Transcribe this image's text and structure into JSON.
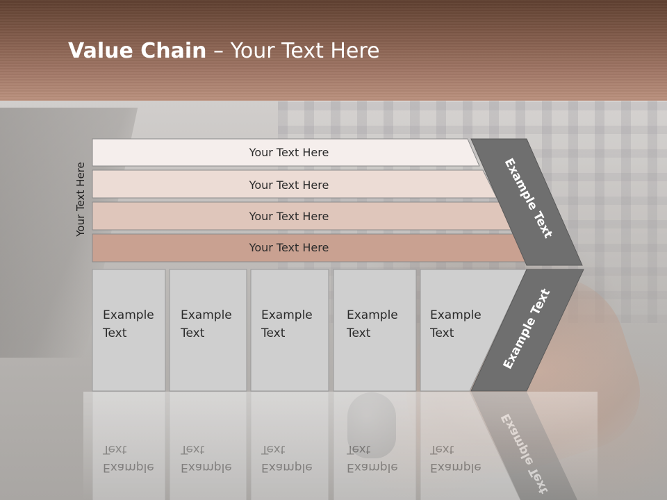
{
  "slide": {
    "title_bold": "Value Chain",
    "title_rest": " – Your Text Here",
    "side_label": "Your Text Here"
  },
  "bars": [
    {
      "label": "Your Text Here",
      "fill": "#f5eeec"
    },
    {
      "label": "Your Text Here",
      "fill": "#ecdcd5"
    },
    {
      "label": "Your Text Here",
      "fill": "#dfc6bb"
    },
    {
      "label": "Your Text Here",
      "fill": "#c9a191"
    }
  ],
  "cells": [
    {
      "line1": "Example",
      "line2": "Text"
    },
    {
      "line1": "Example",
      "line2": "Text"
    },
    {
      "line1": "Example",
      "line2": "Text"
    },
    {
      "line1": "Example",
      "line2": "Text"
    },
    {
      "line1": "Example",
      "line2": "Text"
    }
  ],
  "chevron": {
    "upper_label": "Example Text",
    "lower_label": "Example Text"
  },
  "colors": {
    "header_top": "#5e3f30",
    "header_bottom": "#bb917e",
    "cell_fill": "#cfcfcf",
    "chevron_fill": "#6f6f6f",
    "text_dark": "#2a2a2a"
  }
}
